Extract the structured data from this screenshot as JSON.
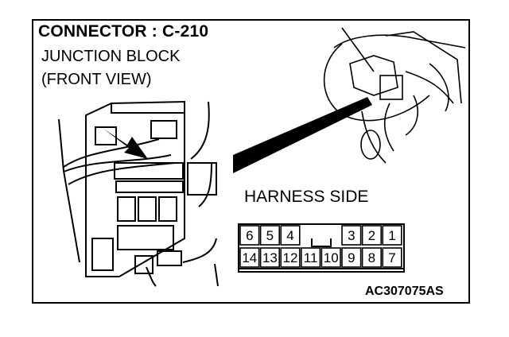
{
  "connector": {
    "title": "CONNECTOR : C-210",
    "line1": "JUNCTION BLOCK",
    "line2": "(FRONT VIEW)"
  },
  "harness": {
    "label": "HARNESS SIDE",
    "top_row": [
      "6",
      "5",
      "4",
      "",
      "",
      "3",
      "2",
      "1"
    ],
    "bottom_row": [
      "14",
      "13",
      "12",
      "11",
      "10",
      "9",
      "8",
      "7"
    ]
  },
  "figure_code": "AC307075AS"
}
